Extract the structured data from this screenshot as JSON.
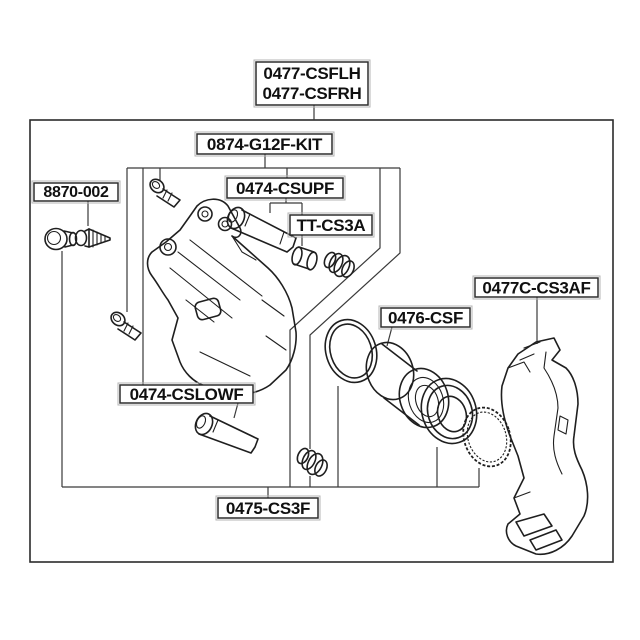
{
  "diagram_type": "exploded-parts-diagram",
  "assembly": {
    "line1": "0477-CSFLH",
    "line2": "0477-CSFRH"
  },
  "labels": {
    "kit": "0874-G12F-KIT",
    "upper_slide_pin": "0474-CSUPF",
    "tt": "TT-CS3A",
    "bleeder_screw": "8870-002",
    "bracket": "0477C-CS3AF",
    "piston": "0476-CSF",
    "lower_slide_pin": "0474-CSLOWF",
    "repair_kit": "0475-CS3F"
  },
  "parts": {
    "icons": [
      "bleeder-cap",
      "bleeder-screw",
      "upper-mount-bolt",
      "lower-mount-bolt",
      "caliper-body",
      "upper-guide-pin",
      "lower-guide-pin",
      "pin-bushing",
      "upper-guide-boot",
      "lower-guide-boot",
      "piston-seal-ring",
      "piston",
      "dust-boot",
      "o-ring",
      "caliper-bracket"
    ]
  },
  "colors": {
    "background": "#ffffff",
    "line": "#1f1f1f",
    "leader": "#3a3a3a",
    "label_border": "#2e2e2e",
    "label_outer_border": "#b4b4b4",
    "text": "#101010"
  }
}
